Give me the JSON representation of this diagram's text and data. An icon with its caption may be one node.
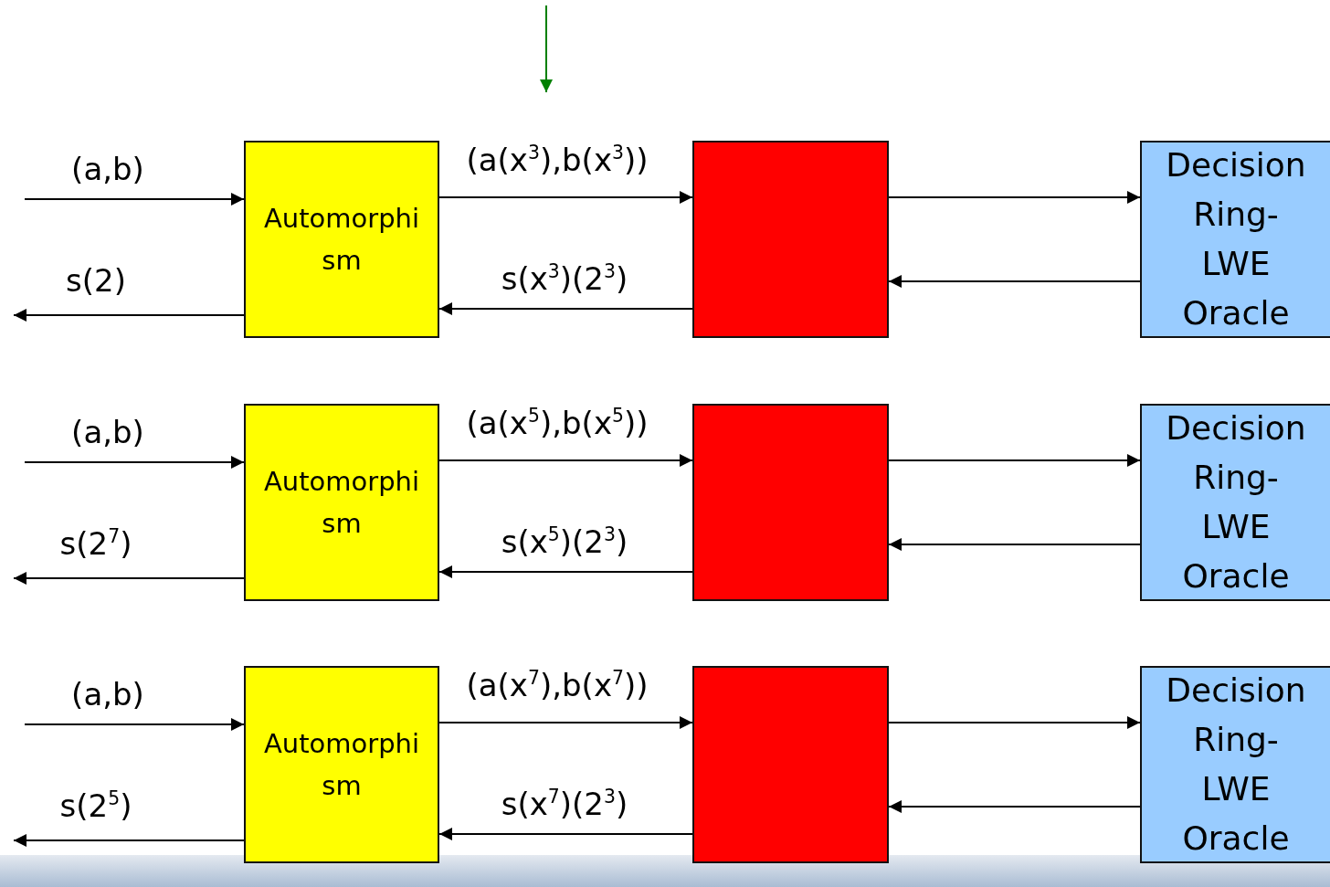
{
  "diagram": {
    "nodes": [
      {
        "text": [
          "Automorphi sm"
        ]
      },
      {
        "text": [],
        "shape": "box"
      },
      {
        "text": [
          "Decision Ring- LWE Oracle"
        ]
      },
      {
        "text": [
          "Automorphi sm"
        ]
      },
      {
        "text": [],
        "shape": "box"
      },
      {
        "text": [
          "Decision Ring- LWE Oracle"
        ]
      },
      {
        "text": [
          "Automorphi sm"
        ]
      },
      {
        "text": [],
        "shape": "box"
      },
      {
        "text": [
          "Decision Ring- LWE Oracle"
        ]
      }
    ],
    "edges": [
      {
        "from": null,
        "to": 0,
        "arrow": "to",
        "label": "(a,b)"
      },
      {
        "from": 0,
        "to": null,
        "arrow": "to",
        "label": "s(2)"
      },
      {
        "from": 0,
        "to": 1,
        "arrow": "to",
        "label": "(a(x$^{3}$),b(x$^{3}$))"
      },
      {
        "from": 1,
        "to": 0,
        "arrow": "to",
        "label": "s(x$^{3}$)(2$^{3}$)"
      },
      {
        "from": 1,
        "to": 2,
        "arrow": "to"
      },
      {
        "from": 2,
        "to": 1,
        "arrow": "to"
      },
      {
        "from": null,
        "to": 3,
        "arrow": "to",
        "label": "(a,b)"
      },
      {
        "from": 3,
        "to": null,
        "arrow": "to",
        "label": "s(2$^{7}$)"
      },
      {
        "from": 3,
        "to": 4,
        "arrow": "to",
        "label": "(a(x$^{5}$),b(x$^{5}$))"
      },
      {
        "from": 4,
        "to": 3,
        "arrow": "to",
        "label": "s(x$^{5}$)(2$^{3}$)"
      },
      {
        "from": 4,
        "to": 5,
        "arrow": "to"
      },
      {
        "from": 5,
        "to": 4,
        "arrow": "to"
      },
      {
        "from": null,
        "to": 6,
        "arrow": "to",
        "label": "(a,b)"
      },
      {
        "from": 6,
        "to": null,
        "arrow": "to",
        "label": "s(2$^{5}$)"
      },
      {
        "from": 6,
        "to": 7,
        "arrow": "to",
        "label": "(a(x$^{7}$),b(x$^{7}$))"
      },
      {
        "from": 7,
        "to": 6,
        "arrow": "to",
        "label": "s(x$^{7}$)(2$^{3}$)"
      },
      {
        "from": 7,
        "to": 8,
        "arrow": "to"
      },
      {
        "from": 8,
        "to": 7,
        "arrow": "to"
      }
    ]
  }
}
